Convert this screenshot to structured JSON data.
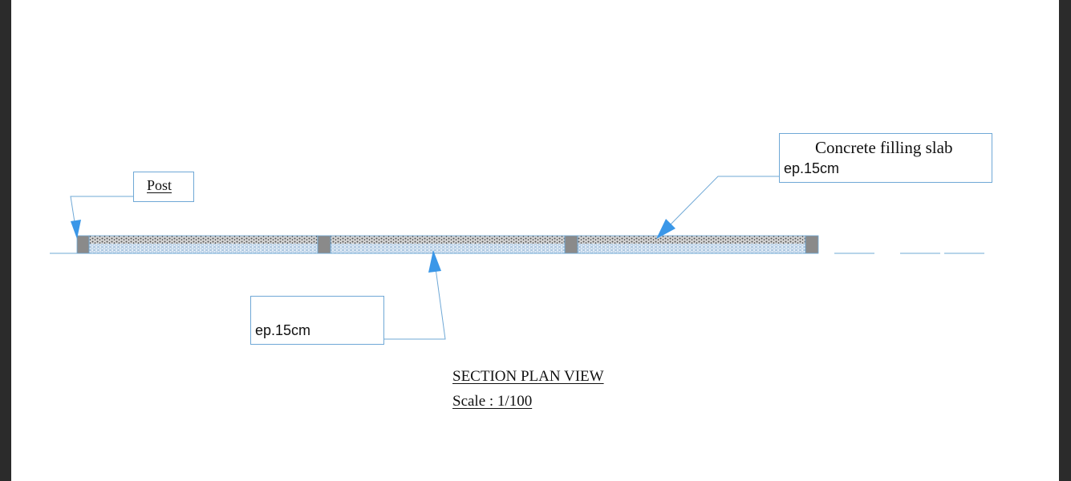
{
  "callouts": {
    "post": {
      "label": "Post"
    },
    "slab": {
      "title": "Concrete filling slab",
      "thickness": "ep.15cm"
    },
    "lower": {
      "thickness": "ep.15cm"
    }
  },
  "title_block": {
    "title": "SECTION PLAN VIEW",
    "scale": "Scale : 1/100"
  },
  "colors": {
    "leader": "#6fa8d6",
    "arrow": "#3a97e8",
    "post": "#8a8a8a",
    "slab_top": "#777777",
    "slab_bottom": "#c9dced"
  }
}
